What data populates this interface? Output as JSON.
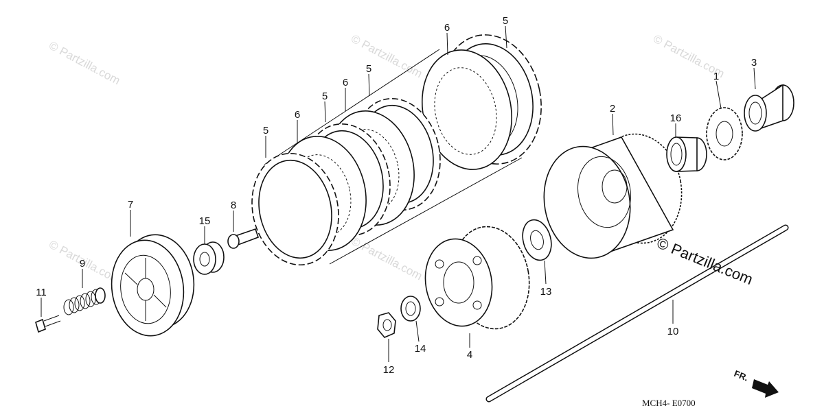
{
  "watermark": {
    "text": "© Partzilla.com"
  },
  "diagram_code": "MCH4- E0700",
  "front_marker": {
    "label": "FR.",
    "icon": "arrow-right-icon"
  },
  "callouts": [
    {
      "id": "c1",
      "text": "1"
    },
    {
      "id": "c2",
      "text": "2"
    },
    {
      "id": "c3",
      "text": "3"
    },
    {
      "id": "c4",
      "text": "4"
    },
    {
      "id": "c5a",
      "text": "5"
    },
    {
      "id": "c5b",
      "text": "5"
    },
    {
      "id": "c5c",
      "text": "5"
    },
    {
      "id": "c5d",
      "text": "5"
    },
    {
      "id": "c6a",
      "text": "6"
    },
    {
      "id": "c6b",
      "text": "6"
    },
    {
      "id": "c6c",
      "text": "6"
    },
    {
      "id": "c7",
      "text": "7"
    },
    {
      "id": "c8",
      "text": "8"
    },
    {
      "id": "c9",
      "text": "9"
    },
    {
      "id": "c10",
      "text": "10"
    },
    {
      "id": "c11",
      "text": "11"
    },
    {
      "id": "c12",
      "text": "12"
    },
    {
      "id": "c13",
      "text": "13"
    },
    {
      "id": "c14",
      "text": "14"
    },
    {
      "id": "c15",
      "text": "15"
    },
    {
      "id": "c16",
      "text": "16"
    }
  ]
}
